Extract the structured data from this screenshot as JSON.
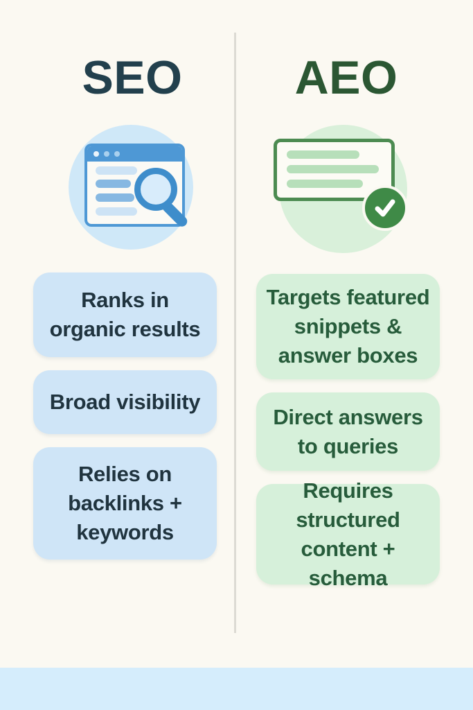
{
  "page": {
    "background_color": "#fbf9f2",
    "divider_color": "#dcdbd4",
    "footer_bar_color": "#d5edfc"
  },
  "left_column": {
    "title": "SEO",
    "title_color": "#22404d",
    "icon": "browser-window-with-magnifying-glass-icon",
    "icon_halo_color": "#cfe8f8",
    "icon_accent_color": "#4e98d5",
    "card_bg_color": "#cfe5f7",
    "card_text_color": "#20343f",
    "cards": [
      {
        "label": "Ranks in\norganic results"
      },
      {
        "label": "Broad visibility"
      },
      {
        "label": "Relies on\nbacklinks +\nkeywords"
      }
    ]
  },
  "right_column": {
    "title": "AEO",
    "title_color": "#2b5733",
    "icon": "answer-snippet-card-with-checkmark-icon",
    "icon_halo_color": "#d9f0da",
    "icon_accent_color": "#4c8b51",
    "checkmark_color": "#3f8a47",
    "card_bg_color": "#d6f0da",
    "card_text_color": "#275c3b",
    "cards": [
      {
        "label": "Targets featured\nsnippets &\nanswer boxes"
      },
      {
        "label": "Direct answers\nto queries"
      },
      {
        "label": "Requires\nstructured\ncontent + schema"
      }
    ]
  }
}
